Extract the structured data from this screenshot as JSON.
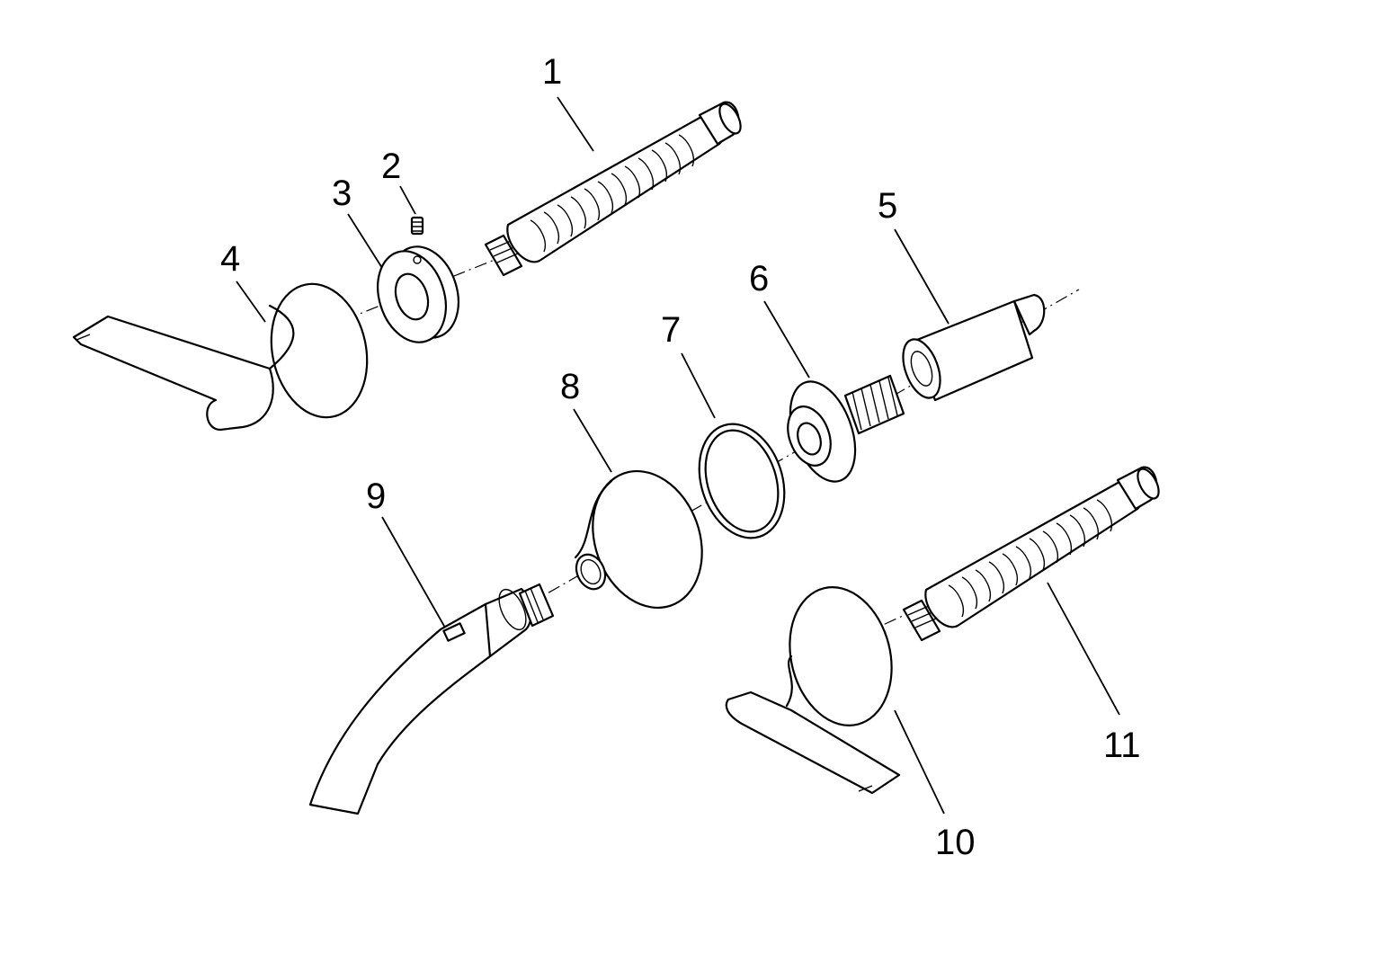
{
  "diagram": {
    "callouts": [
      {
        "id": "1",
        "text": "1"
      },
      {
        "id": "2",
        "text": "2"
      },
      {
        "id": "3",
        "text": "3"
      },
      {
        "id": "4",
        "text": "4"
      },
      {
        "id": "5",
        "text": "5"
      },
      {
        "id": "6",
        "text": "6"
      },
      {
        "id": "7",
        "text": "7"
      },
      {
        "id": "8",
        "text": "8"
      },
      {
        "id": "9",
        "text": "9"
      },
      {
        "id": "10",
        "text": "10"
      },
      {
        "id": "11",
        "text": "11"
      }
    ],
    "colors": {
      "line": "#000000",
      "background": "#ffffff"
    }
  }
}
